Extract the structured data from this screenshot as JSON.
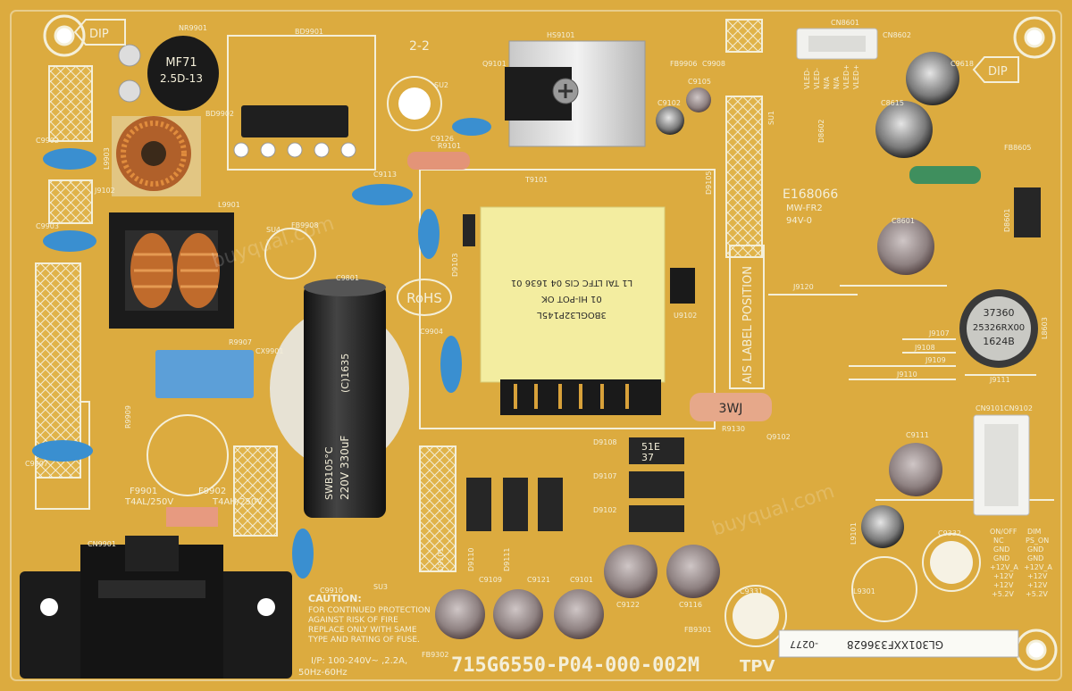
{
  "board": {
    "part_number": "715G6550-P04-000-002M",
    "maker": "TPV",
    "barcode_label": "GL301XXF336628",
    "barcode_suffix": "-0277",
    "certification": "E168066",
    "flame_rating_1": "MW-FR2",
    "flame_rating_2": "94V-0",
    "rohs": "RoHS",
    "revision": "2-2",
    "label_position": "AIS LABEL POSITION",
    "dip_marks": [
      "DIP",
      "DIP"
    ],
    "input_spec_1": "I/P: 100-240V~ ,2.2A,",
    "input_spec_2": "50Hz-60Hz",
    "caution_title": "CAUTION:",
    "caution_lines": [
      "FOR CONTINUED PROTECTION",
      "AGAINST RISK OF FIRE",
      "REPLACE ONLY WITH SAME",
      "TYPE AND RATING OF FUSE."
    ]
  },
  "fuses": {
    "f9901": "F9901",
    "f9901_rating": "T4AL/250V",
    "f9902": "F9902",
    "f9902_rating": "T4AH/250V"
  },
  "components": {
    "thermistor_top": "MF71",
    "thermistor_bottom": "2.5D-13",
    "main_cap_1": "SWB105°C",
    "main_cap_2": "220V 330uF",
    "main_cap_3": "(C)1635",
    "transformer_1": "3BOGL32P145L",
    "transformer_2": "01 HI-POT OK",
    "transformer_3": "L1 TAI LTFC CIS 04 1636 01",
    "resistor_label": "3WJ",
    "large_cap_1": "37360",
    "large_cap_2": "25326RX00",
    "large_cap_3": "1624B",
    "diode_1": "51E",
    "diode_2": "37"
  },
  "refdes": {
    "nr9901": "NR9901",
    "bd9901": "BD9901",
    "bd9902": "BD9902",
    "hs9101": "HS9101",
    "q9101": "Q9101",
    "fb9906": "FB9906",
    "c9908": "C9908",
    "cn8601": "CN8601",
    "cn8602": "CN8602",
    "c9902": "C9902",
    "l9903": "L9903",
    "j9102": "J9102",
    "l9901": "L9901",
    "c9903": "C9903",
    "su2": "SU2",
    "su4": "SU4",
    "su1": "SU1",
    "su3": "SU3",
    "c9126": "C9126",
    "r9101": "R9101",
    "c9105": "C9105",
    "c9102": "C9102",
    "c9113": "C9113",
    "t9101": "T9101",
    "fb9908": "FB9908",
    "c9801": "C9801",
    "c9904": "C9904",
    "r9907": "R9907",
    "cx9901": "CX9901",
    "r9909": "R9909",
    "c9907": "C9907",
    "cn9901": "CN9901",
    "c9910": "C9910",
    "d9108": "D9108",
    "d9107": "D9107",
    "d9102": "D9102",
    "r9130": "R9130",
    "q9102": "Q9102",
    "c9109": "C9109",
    "c9121": "C9121",
    "c9101": "C9101",
    "c9122": "C9122",
    "c9116": "C9116",
    "c9331": "C9331",
    "fb9301": "FB9301",
    "fb9302": "FB9302",
    "d9110": "D9110",
    "d9111": "D9111",
    "d9101": "D9101",
    "c9111": "C9111",
    "l9101": "L9101",
    "c9332": "C9332",
    "l9301": "L9301",
    "cn9101": "CN9101",
    "cn9102": "CN9102",
    "fb8605": "FB8605",
    "d8601": "D8601",
    "c8601": "C8601",
    "l8603": "L8603",
    "d8602": "D8602",
    "j9120": "J9120",
    "j9107": "J9107",
    "j9108": "J9108",
    "j9109": "J9109",
    "j9110": "J9110",
    "j9111": "J9111",
    "u9102": "U9102",
    "d9105": "D9105",
    "d9103": "D9103",
    "c9618": "C9618",
    "c8615": "C8615"
  },
  "connector_pins_top": [
    "VLED-",
    "VLED-",
    "N/A",
    "N/A",
    "VLED+",
    "VLED+"
  ],
  "connector_pins_bottom_col1": [
    "ON/OFF",
    "NC",
    "GND",
    "GND",
    "+12V_A",
    "+12V",
    "+12V",
    "+5.2V"
  ],
  "connector_pins_bottom_col2": [
    "DIM",
    "PS_ON",
    "GND",
    "GND",
    "+12V_A",
    "+12V",
    "+12V",
    "+5.2V"
  ],
  "watermark": "buyqual.com",
  "colors": {
    "pcb": "#d9a638",
    "pcb_dark": "#c98f24",
    "pcb_light": "#e6bd55",
    "silkscreen": "#f4efd9",
    "capacitor_black": "#232323",
    "transformer_yellow": "#f3eda0",
    "ceramic_blue": "#3a8fd0",
    "x_cap_blue": "#5c9fd8"
  }
}
